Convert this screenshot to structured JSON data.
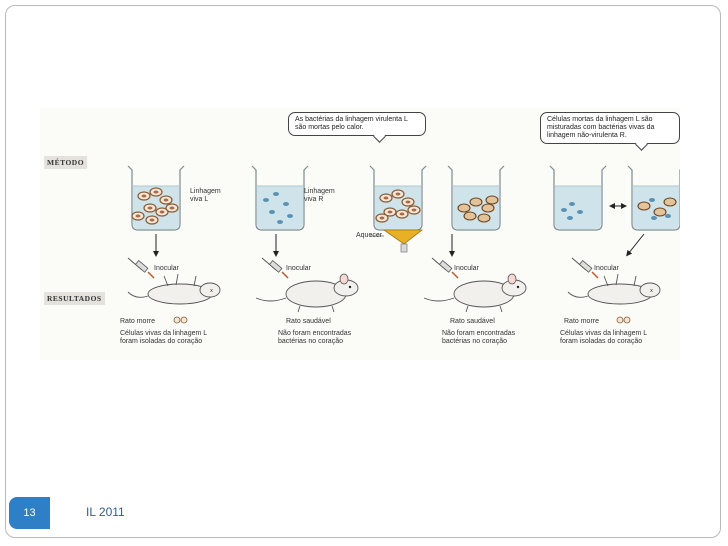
{
  "slide": {
    "page_number": "13",
    "footer_text": "IL 2011"
  },
  "figure": {
    "section_method": "MÉTODO",
    "section_results": "RESULTADOS",
    "bubble_heat": "As bactérias da linhagem virulenta L são mortas pelo calor.",
    "bubble_mix": "Células mortas da linhagem L são misturadas com bactérias vivas da linhagem não-virulenta R.",
    "strain_l": "Linhagem viva L",
    "strain_r": "Linhagem viva R",
    "heater": "Aquecer",
    "inoculate": "Inocular",
    "outcomes": [
      {
        "result": "Rato morre",
        "note": "Células vivas da linhagem L foram isoladas do coração"
      },
      {
        "result": "Rato saudável",
        "note": "Não foram encontradas bactérias no coração"
      },
      {
        "result": "Rato saudável",
        "note": "Não foram encontradas bactérias no coração"
      },
      {
        "result": "Rato morre",
        "note": "Células vivas da linhagem L foram isoladas do coração"
      }
    ]
  },
  "colors": {
    "accent": "#2e7fc6",
    "water": "#cfe4ea",
    "bacteria_l": "#c9a37a",
    "bacteria_r": "#5a92b4",
    "heater": "#e8b024"
  }
}
